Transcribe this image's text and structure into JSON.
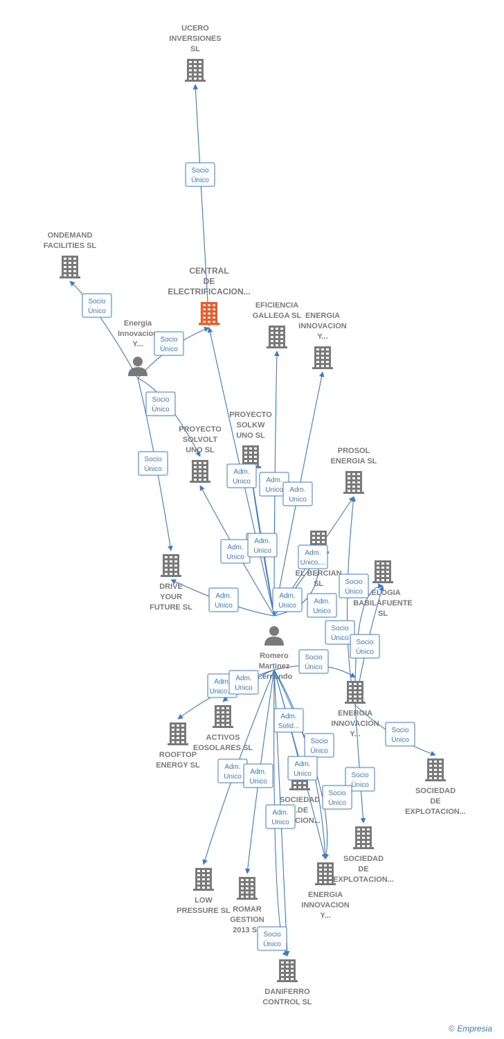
{
  "colors": {
    "edge": "#3a7bd5",
    "node": "#7a7a7a",
    "highlight": "#f05a28"
  },
  "nodes": [
    {
      "id": "ucero",
      "type": "company",
      "lines": [
        "UCERO",
        "INVERSIONES",
        "SL"
      ]
    },
    {
      "id": "central",
      "type": "company",
      "highlight": true,
      "lines": [
        "CENTRAL",
        "DE",
        "ELECTRIFICACION..."
      ]
    },
    {
      "id": "ondemand",
      "type": "company",
      "lines": [
        "ONDEMAND",
        "FACILITIES SL"
      ]
    },
    {
      "id": "energia_person",
      "type": "person",
      "lines": [
        "Energia",
        "Innovacion",
        "Y..."
      ]
    },
    {
      "id": "eficiencia",
      "type": "company",
      "lines": [
        "EFICIENCIA",
        "GALLEGA SL"
      ]
    },
    {
      "id": "energia_top",
      "type": "company",
      "lines": [
        "ENERGIA",
        "INNOVACION",
        "Y..."
      ]
    },
    {
      "id": "solkw",
      "type": "company",
      "lines": [
        "PROYECTO",
        "SOLKW",
        "UNO  SL"
      ]
    },
    {
      "id": "solvolt",
      "type": "company",
      "lines": [
        "PROYECTO",
        "SOLVOLT",
        "UNO  SL"
      ]
    },
    {
      "id": "prosol",
      "type": "company",
      "lines": [
        "PROSOL",
        "ENERGIA  SL"
      ]
    },
    {
      "id": "drive",
      "type": "company",
      "lines": [
        "DRIVE",
        "YOUR",
        "FUTURE  SL"
      ]
    },
    {
      "id": "berciana",
      "type": "company",
      "lines": [
        "...ES",
        "EL BERCIAN",
        "SL"
      ]
    },
    {
      "id": "babilafuente",
      "type": "company",
      "lines": [
        "...ELOGIA",
        "BABILAFUENTE",
        "SL"
      ]
    },
    {
      "id": "romero",
      "type": "person",
      "lines": [
        "Romero",
        "Martinez",
        "...ernando"
      ]
    },
    {
      "id": "energia_mid",
      "type": "company",
      "lines": [
        "ENERGIA",
        "INNOVACION",
        "Y..."
      ]
    },
    {
      "id": "rooftop",
      "type": "company",
      "lines": [
        "ROOFTOP",
        "ENERGY  SL"
      ]
    },
    {
      "id": "activos",
      "type": "company",
      "lines": [
        "ACTIVOS",
        "EOSOLARES SL"
      ]
    },
    {
      "id": "sociedad_right",
      "type": "company",
      "lines": [
        "SOCIEDAD",
        "DE",
        "EXPLOTACION..."
      ]
    },
    {
      "id": "sociedad_center",
      "type": "company",
      "lines": [
        "SOCIEDAD",
        "...DE",
        "...TACION..."
      ]
    },
    {
      "id": "sociedad_low",
      "type": "company",
      "lines": [
        "SOCIEDAD",
        "DE",
        "EXPLOTACION..."
      ]
    },
    {
      "id": "low",
      "type": "company",
      "lines": [
        "LOW",
        "PRESSURE  SL"
      ]
    },
    {
      "id": "romar",
      "type": "company",
      "lines": [
        "ROMAR",
        "GESTION",
        "2013  SL"
      ]
    },
    {
      "id": "energia_low",
      "type": "company",
      "lines": [
        "ENERGIA",
        "INNOVACION",
        "Y..."
      ]
    },
    {
      "id": "daniferro",
      "type": "company",
      "lines": [
        "DANIFERRO",
        "CONTROL  SL"
      ]
    }
  ],
  "edges": [
    {
      "from": "central",
      "to": "ucero",
      "label": [
        "Socio",
        "Único"
      ]
    },
    {
      "from": "energia_person",
      "to": "ondemand",
      "label": [
        "Socio",
        "Único"
      ]
    },
    {
      "from": "energia_person",
      "to": "central",
      "label": [
        "Socio",
        "Único"
      ]
    },
    {
      "from": "energia_person",
      "to": "solvolt",
      "label": [
        "Socio",
        "Único"
      ]
    },
    {
      "from": "energia_person",
      "to": "drive",
      "label": [
        "Socio",
        "Único"
      ]
    },
    {
      "from": "romero",
      "to": "central",
      "label": [
        "Adm.",
        "Unico"
      ]
    },
    {
      "from": "romero",
      "to": "eficiencia",
      "label": [
        "Adm.",
        "Unico"
      ]
    },
    {
      "from": "romero",
      "to": "energia_top",
      "label": [
        "Adm.",
        "Unico"
      ]
    },
    {
      "from": "romero",
      "to": "solkw",
      "label": [
        "Adm.",
        "Unico"
      ]
    },
    {
      "from": "romero",
      "to": "solvolt",
      "label": [
        "Adm.",
        "Unico"
      ]
    },
    {
      "from": "romero",
      "to": "solkw",
      "label": [
        "Adm.",
        "Unico"
      ]
    },
    {
      "from": "romero",
      "to": "drive",
      "label": [
        "Adm.",
        "Unico"
      ]
    },
    {
      "from": "romero",
      "to": "prosol",
      "label": [
        "Adm.",
        "Unico,..."
      ]
    },
    {
      "from": "romero",
      "to": "berciana",
      "label": [
        "Adm.",
        "Unico"
      ]
    },
    {
      "from": "romero",
      "to": "berciana",
      "label": [
        "Adm.",
        "Unico"
      ]
    },
    {
      "from": "energia_mid",
      "to": "babilafuente",
      "label": [
        "Socio",
        "Único"
      ]
    },
    {
      "from": "energia_mid",
      "to": "prosol",
      "label": [
        "Socio",
        "Único"
      ]
    },
    {
      "from": "energia_mid",
      "to": "babilafuente",
      "label": [
        "Socio",
        "Único"
      ]
    },
    {
      "from": "romero",
      "to": "energia_mid",
      "label": [
        "Socio",
        "Único"
      ]
    },
    {
      "from": "energia_mid",
      "to": "sociedad_right",
      "label": [
        "Socio",
        "Único"
      ]
    },
    {
      "from": "romero",
      "to": "rooftop",
      "label": [
        "Adm.",
        "Unico,..."
      ]
    },
    {
      "from": "romero",
      "to": "activos",
      "label": [
        "Adm.",
        "Unico"
      ]
    },
    {
      "from": "romero",
      "to": "sociedad_center",
      "label": [
        "Adm.",
        "Solid..."
      ]
    },
    {
      "from": "romero",
      "to": "energia_low",
      "label": [
        "Socio",
        "Único"
      ]
    },
    {
      "from": "romero",
      "to": "energia_low",
      "label": [
        "Adm.",
        "Unico"
      ]
    },
    {
      "from": "energia_mid",
      "to": "sociedad_low",
      "label": [
        "Socio",
        "Único"
      ]
    },
    {
      "from": "romero",
      "to": "energia_low",
      "label": [
        "Socio",
        "Único"
      ]
    },
    {
      "from": "romero",
      "to": "low",
      "label": [
        "Adm.",
        "Unico"
      ]
    },
    {
      "from": "romero",
      "to": "romar",
      "label": [
        "Adm.",
        "Unico"
      ]
    },
    {
      "from": "romero",
      "to": "daniferro",
      "label": [
        "Adm.",
        "Unico"
      ]
    },
    {
      "from": "romero",
      "to": "daniferro",
      "label": [
        "Socio",
        "Único"
      ]
    }
  ],
  "credit": {
    "symbol": "©",
    "brand": "Empresia"
  }
}
